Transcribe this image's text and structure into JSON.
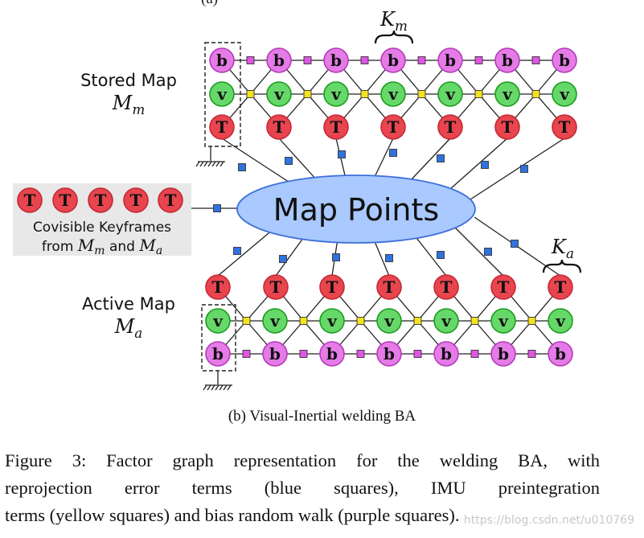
{
  "stored_map": {
    "label": "Stored Map",
    "symbol_letter": "M",
    "symbol_sub": "m",
    "bracket_letter": "K",
    "bracket_sub": "m"
  },
  "active_map": {
    "label": "Active Map",
    "symbol_letter": "M",
    "symbol_sub": "a",
    "bracket_letter": "K",
    "bracket_sub": "a"
  },
  "map_points": {
    "label": "Map Points"
  },
  "covisible": {
    "line1": "Covisible Keyframes",
    "line2_prefix": "from",
    "line2_and": "and",
    "sym1_letter": "M",
    "sym1_sub": "m",
    "sym2_letter": "M",
    "sym2_sub": "a",
    "node_label": "T"
  },
  "node_labels": {
    "bias": "b",
    "velocity": "v",
    "pose": "T"
  },
  "colors": {
    "pose": "#e8454f",
    "velocity": "#66d86a",
    "velocity_stroke": "#1a9c1c",
    "bias": "#e57be6",
    "bias_stroke": "#b43bb8",
    "map_points_fill": "#a9c9ff",
    "map_points_stroke": "#3d6fd9",
    "reprojection_factor": "#2f72e0",
    "imu_factor": "#f3e21e",
    "bias_factor": "#e055e6",
    "covisible_bg": "#e8e8e8"
  },
  "subcaption": "(b) Visual-Inertial welding BA",
  "figure_caption": {
    "line1": "Figure 3: Factor graph representation for the welding BA, with",
    "line2": "reprojection error terms (blue squares), IMU preintegration",
    "line3": "terms (yellow squares) and bias random walk (purple squares)."
  },
  "watermark": "https://blog.csdn.net/u010769",
  "top_cut_text": "(a)"
}
